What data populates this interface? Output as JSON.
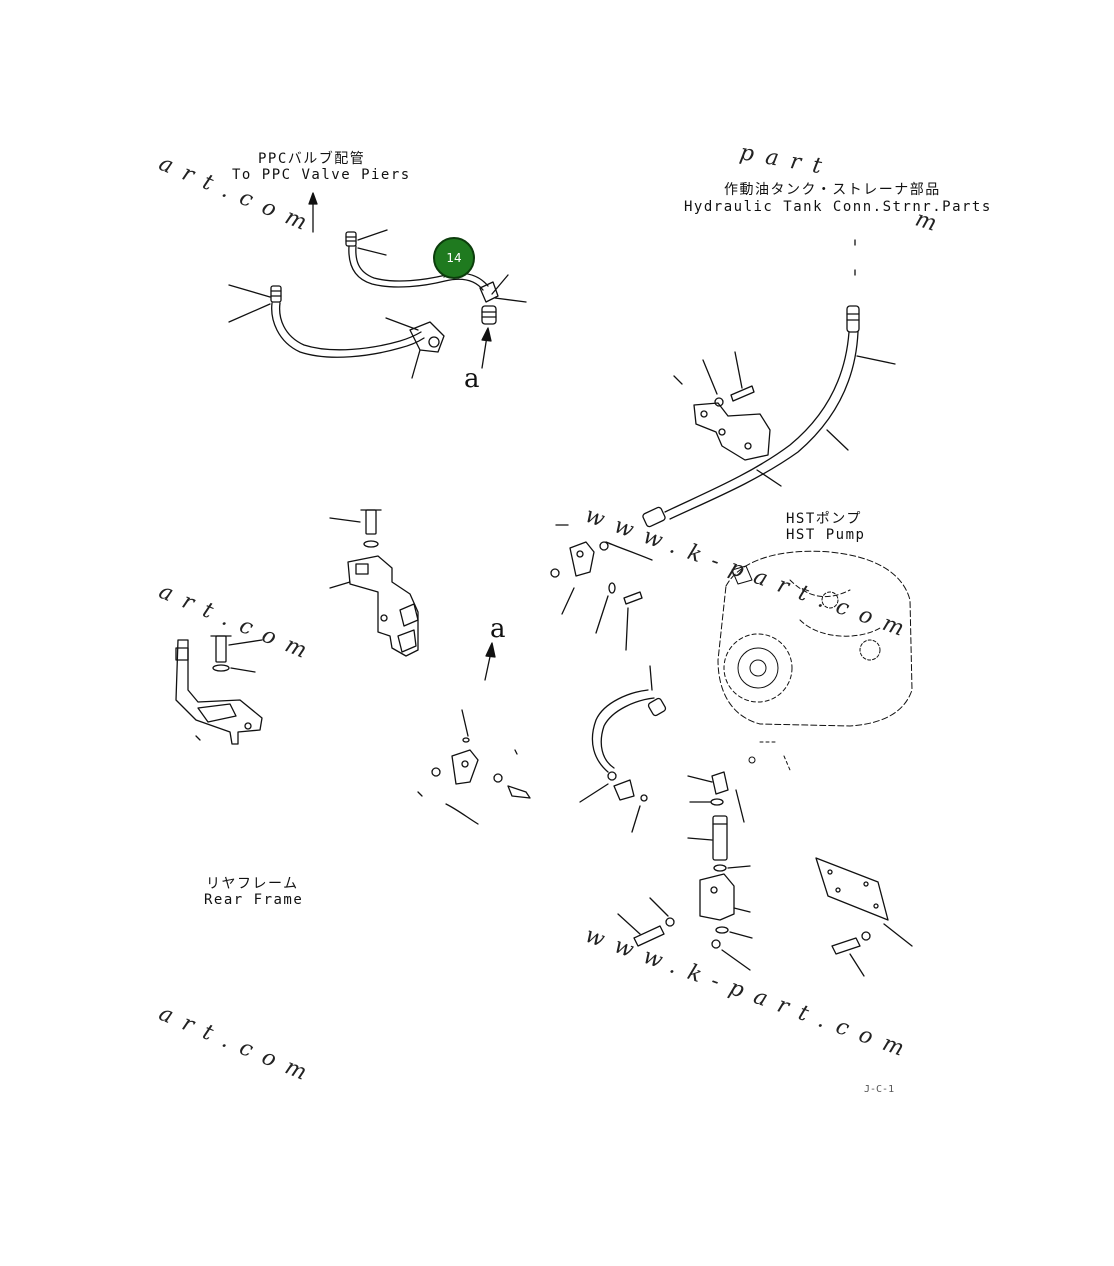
{
  "labels": {
    "ppc_jp": "PPCバルブ配管",
    "ppc_en": "To PPC Valve Piers",
    "tank_jp": "作動油タンク・ストレーナ部品",
    "tank_en": "Hydraulic Tank Conn.Strnr.Parts",
    "hst_jp": "HSTポンプ",
    "hst_en": "HST Pump",
    "frame_jp": "リヤフレーム",
    "frame_en": "Rear Frame"
  },
  "letters": {
    "a1": "a",
    "a2": "a"
  },
  "callout": {
    "number": "14",
    "color": "#1f7a1f"
  },
  "watermarks": {
    "w1": "art.com",
    "w2": "part",
    "w3": "m",
    "w4": "www.k-part.com",
    "w5": "art.com",
    "w6": "www.k-part.com",
    "w7": "art.com"
  },
  "drawing_code": "J-C-1"
}
